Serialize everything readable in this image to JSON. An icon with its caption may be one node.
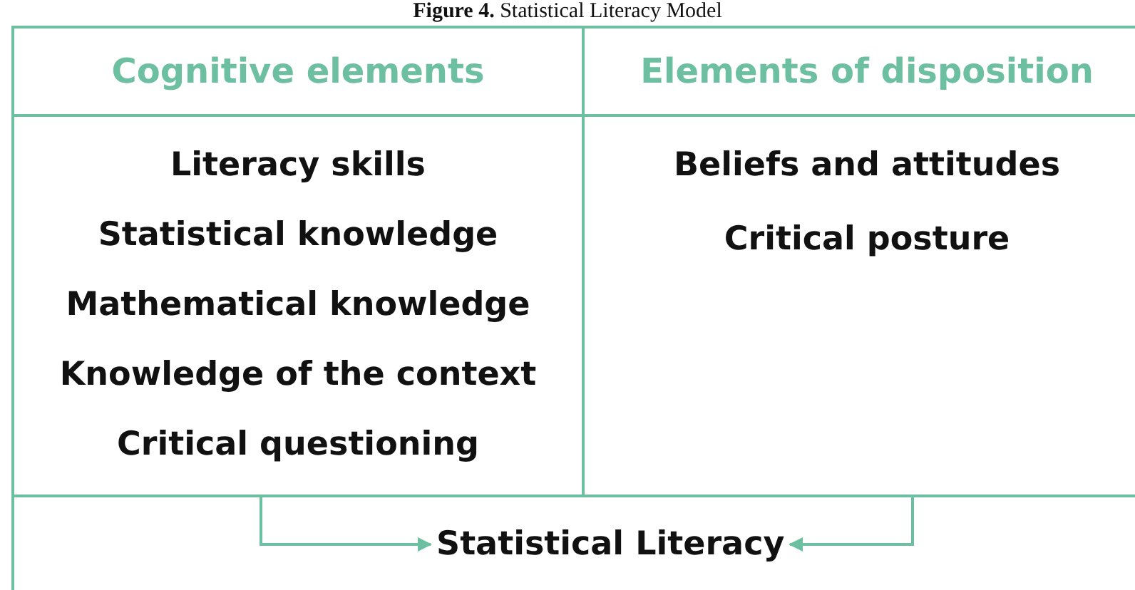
{
  "diagram": {
    "title": "**Figure 4.** Statistical Literacy Model",
    "nodes": [
      {
        "text": [
          "Cognitive elements",
          "Literacy skills",
          "Statistical knowledge",
          "Mathematical knowledge",
          "Knowledge of the context",
          "Critical questioning"
        ]
      },
      {
        "text": [
          "Elements of disposition",
          "Beliefs and attitudes",
          "Critical posture"
        ]
      },
      {
        "text": [
          "Statistical Literacy"
        ]
      }
    ],
    "edges": [
      {
        "from": 0,
        "to": 2,
        "arrow": "to"
      },
      {
        "from": 1,
        "to": 2,
        "arrow": "to"
      }
    ]
  }
}
